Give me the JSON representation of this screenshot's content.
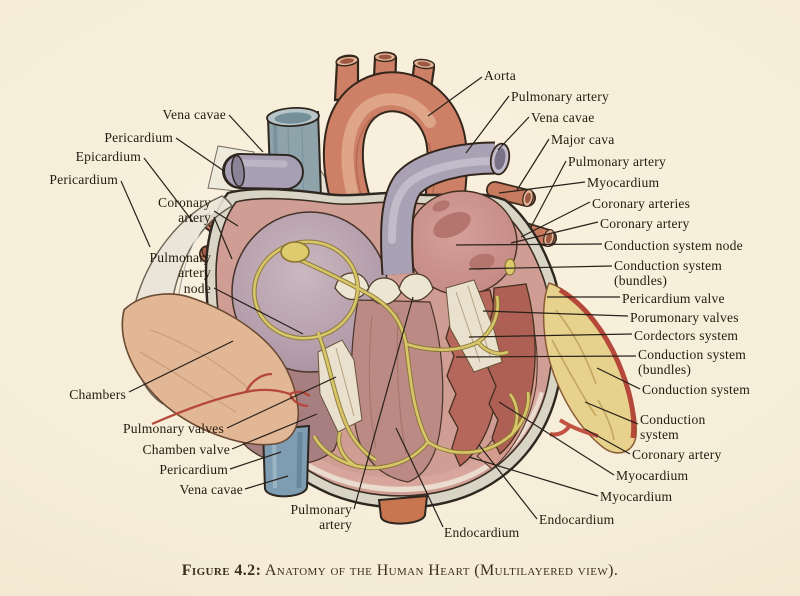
{
  "caption": {
    "prefix": "Figure 4.2:",
    "text": " Anatomy of the Human Heart (Multilayered view)."
  },
  "labels": {
    "vena_cavae_top": "Vena cavae",
    "pericardium_top": "Pericardium",
    "epicardium": "Epicardium",
    "pericardium_left": "Pericardium",
    "coronary_artery_left": {
      "l1": "Coronary",
      "l2": "artery"
    },
    "pulmonary_artery_node": {
      "l1": "Pulmonary",
      "l2": "artery",
      "l3": "node"
    },
    "chambers": "Chambers",
    "pulmonary_valves": "Pulmonary valves",
    "chamben_valve": "Chamben valve",
    "pericardium_bottom": "Pericardium",
    "vena_cavae_bottom": "Vena cavae",
    "pulmonary_artery_bottom": {
      "l1": "Pulmonary",
      "l2": "artery"
    },
    "endocardium_bottom_left": "Endocardium",
    "aorta": "Aorta",
    "pulmonary_artery_r1": "Pulmonary artery",
    "vena_cavae_right": "Vena cavae",
    "major_cava": "Major cava",
    "pulmonary_artery_r2": "Pulmonary artery",
    "myocardium_1": "Myocardium",
    "coronary_arteries": "Coronary arteries",
    "coronary_artery_r1": "Coronary artery",
    "conduction_system_node": "Conduction system node",
    "conduction_system_bundles_1": {
      "l1": "Conduction system",
      "l2": "(bundles)"
    },
    "pericardium_valve": "Pericardium valve",
    "porumonary_valves": "Porumonary valves",
    "cordectors_system": "Cordectors system",
    "conduction_system_bundles_2": {
      "l1": "Conduction system",
      "l2": "(bundles)"
    },
    "conduction_system_1": "Conduction system",
    "conduction_system_2": {
      "l1": "Conduction",
      "l2": "system"
    },
    "coronary_artery_r2": "Coronary artery",
    "myocardium_2": "Myocardium",
    "myocardium_3": "Myocardium",
    "endocardium_right": "Endocardium"
  },
  "colors": {
    "background": "#f6edd8",
    "ink": "#241b10",
    "caption_ink": "#3f2f1c",
    "leader_line": "#29211a",
    "aorta": "#cd8066",
    "pulmonary_artery": "#a9a1b4",
    "vena_cava": "#8fa3ab",
    "heart_muscle": "#cf9d94",
    "muscle_deep": "#b4675a",
    "atrium_left": "#b6a1ae",
    "conduction_yellow": "#d8c76a",
    "pericardium_gray": "#d9d5c6",
    "epicardium_tan": "#e2b795",
    "fat_yellow": "#e6d28c",
    "vessel_red": "#b5483a"
  }
}
